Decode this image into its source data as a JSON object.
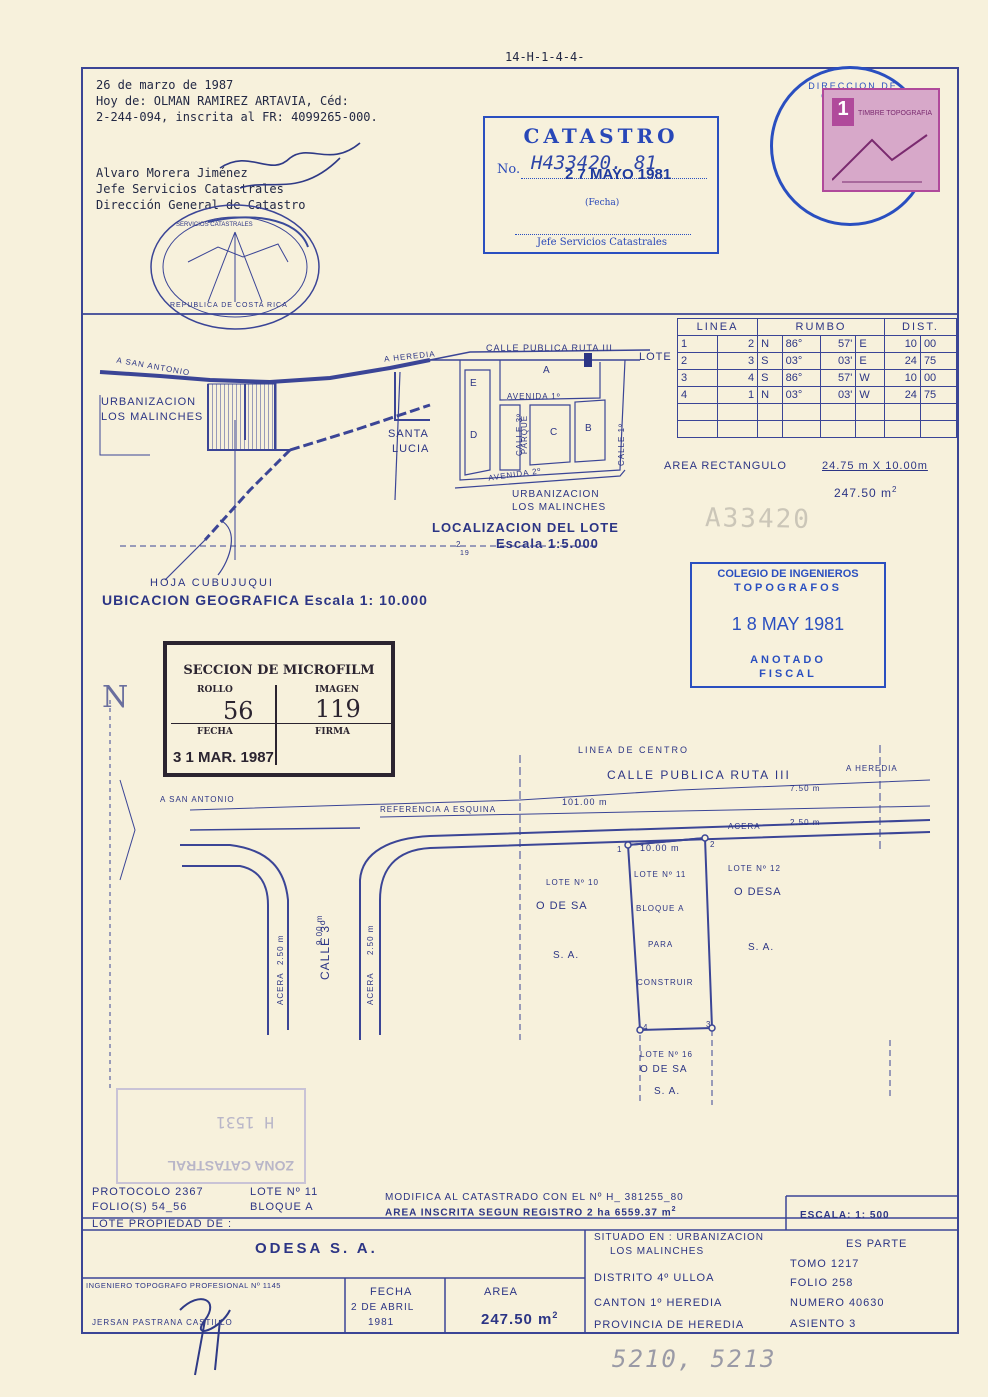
{
  "top_code": "14-H-1-4-4-",
  "header_text": {
    "line1": "26 de marzo de 1987",
    "line2": "Hoy de:  OLMAN RAMIREZ ARTAVIA, Céd:",
    "line3": "2-244-094, inscrita al FR: 4099265-000.",
    "sig1": "Alvaro Morera Jiménez",
    "sig2": "Jefe Servicios Catastrales",
    "sig3": "Dirección General de Catastro"
  },
  "catastro_stamp": {
    "title": "CATASTRO",
    "no_label": "No.",
    "no_value": "H433420. 81",
    "date": "2 7  MAYO  1981",
    "fecha_label": "(Fecha)",
    "footer": "Jefe Servicios Catastrales"
  },
  "round_stamp_text": "DIRECCION DE CATASTRO",
  "timbre": {
    "value": "1",
    "text": "TIMBRE TOPOGRAFIA"
  },
  "seal_text": {
    "top": "SERVICIOS   CATASTRALES",
    "bottom": "REPUBLICA DE COSTA RICA"
  },
  "bearing_table": {
    "headers": [
      "LINEA",
      "RUMBO",
      "DIST."
    ],
    "rows": [
      {
        "from": "1",
        "to": "2",
        "ns": "N",
        "deg": "86°",
        "min": "57'",
        "ew": "E",
        "d1": "10",
        "d2": "00"
      },
      {
        "from": "2",
        "to": "3",
        "ns": "S",
        "deg": "03°",
        "min": "03'",
        "ew": "E",
        "d1": "24",
        "d2": "75"
      },
      {
        "from": "3",
        "to": "4",
        "ns": "S",
        "deg": "86°",
        "min": "57'",
        "ew": "W",
        "d1": "10",
        "d2": "00"
      },
      {
        "from": "4",
        "to": "1",
        "ns": "N",
        "deg": "03°",
        "min": "03'",
        "ew": "W",
        "d1": "24",
        "d2": "75"
      }
    ]
  },
  "area_rect": {
    "label": "AREA RECTANGULO",
    "value": "24.75 m X 10.00m",
    "result": "247.50 m",
    "sup": "2"
  },
  "faded_number": "A33420",
  "location_map": {
    "a_san_antonio": "A SAN ANTONIO",
    "a_heredia": "A HEREDIA",
    "calle_publica": "CALLE PUBLICA RUTA III",
    "lote": "LOTE",
    "urb1": "URBANIZACION",
    "urb2": "LOS MALINCHES",
    "santa": "SANTA",
    "lucia": "LUCIA",
    "avenida1": "AVENIDA 1º",
    "avenida2": "AVENIDA 2º",
    "parque": "PARQUE",
    "calle3": "CALLE 3º",
    "calle1": "CALLE 1º",
    "block_a": "A",
    "block_b": "B",
    "block_c": "C",
    "block_d": "D",
    "block_e": "E",
    "urb_b1": "URBANIZACION",
    "urb_b2": "LOS MALINCHES",
    "loc_title": "LOCALIZACION DEL LOTE",
    "loc_scale": "Escala 1:5.000",
    "grid_num": "2",
    "grid_sub": "19",
    "hoja": "HOJA CUBUJUQUI",
    "ubicacion": "UBICACION GEOGRAFICA Escala 1: 10.000"
  },
  "colegio_stamp": {
    "line1": "COLEGIO DE INGENIEROS",
    "line2": "TOPOGRAFOS",
    "date": "1 8 MAY 1981",
    "line3": "ANOTADO",
    "line4": "FISCAL"
  },
  "microfilm_stamp": {
    "title": "SECCION DE MICROFILM",
    "rollo_label": "ROLLO",
    "imagen_label": "IMAGEN",
    "rollo": "56",
    "imagen": "119",
    "fecha_label": "FECHA",
    "firma_label": "FIRMA",
    "fecha": "3 1  MAR. 1987"
  },
  "north_label": "N",
  "site_plan": {
    "linea_centro": "LINEA  DE  CENTRO",
    "calle_publica": "CALLE PUBLICA RUTA III",
    "a_heredia": "A HEREDIA",
    "a_san_antonio": "A SAN ANTONIO",
    "w750": "7.50 m",
    "referencia": "REFERENCIA A ESQUINA",
    "d101": "101.00 m",
    "acera": "ACERA",
    "w250": "2.50 m",
    "d10": "10.00 m",
    "p1": "1",
    "p2": "2",
    "p3": "3",
    "p4": "4",
    "lote10": "LOTE Nº 10",
    "lote11": "LOTE Nº 11",
    "lote12": "LOTE Nº 12",
    "lote16": "LOTE Nº 16",
    "odesa": "O DE SA",
    "sa": "S. A.",
    "bloque": "BLOQUE A",
    "para": "PARA",
    "construir": "CONSTRUIR",
    "odesa12": "O DESA",
    "calle3": "CALLE 3º",
    "acera_v": "ACERA",
    "w250v": "2.50 m",
    "w900": "9.00 m"
  },
  "zona_stamp": {
    "title": "ZONA CATASTRAL",
    "code": "H  1531"
  },
  "bottom": {
    "protocolo": "PROTOCOLO 2367",
    "folios": "FOLIO(S) 54_56",
    "lote_no": "LOTE Nº 11",
    "bloque": "BLOQUE A",
    "modifica": "MODIFICA AL CATASTRADO CON EL Nº H_ 381255_80",
    "area_inscrita": "AREA INSCRITA SEGUN REGISTRO 2 ha 6559.37 m",
    "sup2": "2",
    "escala": "ESCALA: 1: 500",
    "lote_prop_label": "LOTE PROPIEDAD DE :",
    "owner": "ODESA S. A.",
    "situado": "SITUADO EN : URBANIZACION",
    "situado2": "LOS MALINCHES",
    "es_parte": "ES PARTE",
    "ingeniero": "INGENIERO TOPOGRAFO PROFESIONAL Nº 1145",
    "ingeniero_name": "JERSAN PASTRANA CASTILLO",
    "fecha_label": "FECHA",
    "fecha": "2 DE ABRIL",
    "fecha_year": "1981",
    "area_label": "AREA",
    "area_value": "247.50 m",
    "area_sup": "2",
    "distrito": "DISTRITO 4º ULLOA",
    "canton": "CANTON 1º HEREDIA",
    "provincia": "PROVINCIA DE HEREDIA",
    "tomo": "TOMO 1217",
    "folio": "FOLIO 258",
    "numero": "NUMERO 40630",
    "asiento": "ASIENTO 3"
  },
  "handwritten_bottom": "5210, 5213",
  "colors": {
    "ink": "#2c3585",
    "stamp": "#2847b8",
    "paper": "#f7f1dc",
    "timbre": "#b04a9b"
  }
}
